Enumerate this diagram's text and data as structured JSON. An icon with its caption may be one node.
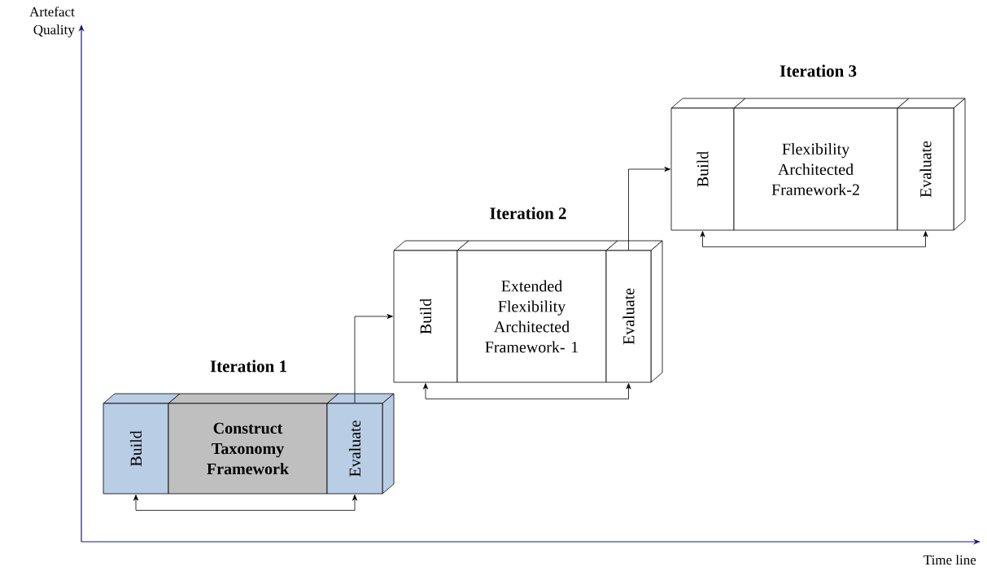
{
  "diagram": {
    "nodes": [
      {
        "text": [
          "Build"
        ]
      },
      {
        "text": [
          "Construct Taxonomy Framework"
        ],
        "beside": [
          "Iteration 1"
        ]
      },
      {
        "text": [
          "Evaluate"
        ]
      },
      {
        "text": [
          "Build"
        ]
      },
      {
        "text": [
          "Extended Flexibility Architected Framework- 1"
        ],
        "beside": [
          "Iteration 2"
        ]
      },
      {
        "text": [
          "Evaluate"
        ]
      },
      {
        "text": [
          "Build"
        ]
      },
      {
        "text": [
          "Flexibility Architected Framework-2"
        ],
        "beside": [
          "Iteration 3"
        ]
      },
      {
        "text": [
          "Evaluate"
        ]
      }
    ],
    "edges": [
      {
        "from": 0,
        "to": 2,
        "arrow": "both"
      },
      {
        "from": 2,
        "to": 3,
        "arrow": "to"
      },
      {
        "from": 3,
        "to": 5,
        "arrow": "both"
      },
      {
        "from": 5,
        "to": 6,
        "arrow": "to"
      },
      {
        "from": 6,
        "to": 8,
        "arrow": "both"
      }
    ],
    "labels": [
      "Artefact Quality",
      "Time line"
    ]
  }
}
